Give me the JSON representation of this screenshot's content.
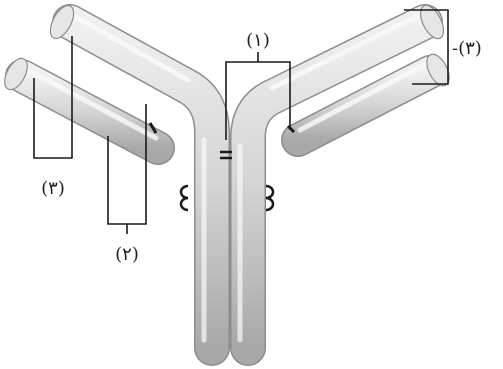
{
  "labels": {
    "label_1": "(١)",
    "label_2": "(٢)",
    "label_3_left": "(٣)",
    "label_3_right": "-(٣)"
  },
  "colors": {
    "tube_light": "#f4f4f4",
    "tube_mid": "#d6d6d6",
    "tube_dark": "#a9a9a9",
    "outline": "#8c8c8c",
    "line": "#1a1a1a"
  }
}
